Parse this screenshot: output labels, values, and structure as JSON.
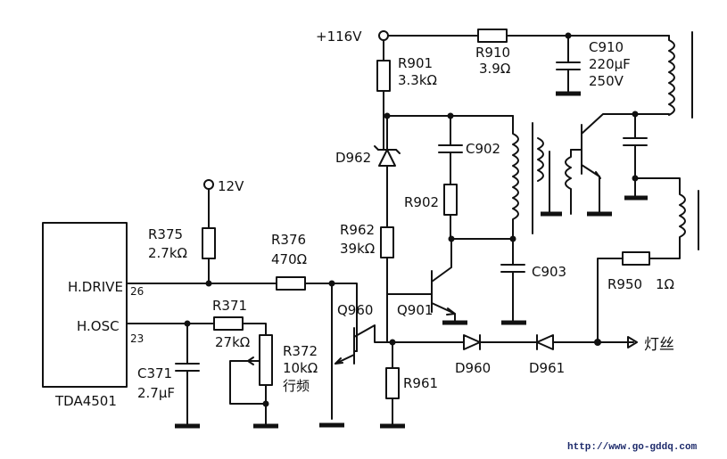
{
  "ic": {
    "name": "TDA4501",
    "pin_hdrive": "H.DRIVE",
    "pin_hosc": "H.OSC",
    "pin26": "26",
    "pin23": "23"
  },
  "supply": {
    "v116": "+116V",
    "v12": "12V"
  },
  "components": {
    "r901": {
      "ref": "R901",
      "val": "3.3kΩ"
    },
    "r910": {
      "ref": "R910",
      "val": "3.9Ω"
    },
    "c910": {
      "ref": "C910",
      "val": "220μF",
      "val2": "250V"
    },
    "d962": {
      "ref": "D962"
    },
    "c902": {
      "ref": "C902"
    },
    "r902": {
      "ref": "R902"
    },
    "r962": {
      "ref": "R962",
      "val": "39kΩ"
    },
    "c903": {
      "ref": "C903"
    },
    "r375": {
      "ref": "R375",
      "val": "2.7kΩ"
    },
    "r376": {
      "ref": "R376",
      "val": "470Ω"
    },
    "q960": {
      "ref": "Q960"
    },
    "q901": {
      "ref": "Q901"
    },
    "r371": {
      "ref": "R371",
      "val": "27kΩ"
    },
    "r372": {
      "ref": "R372",
      "val": "10kΩ",
      "note": "行频"
    },
    "c371": {
      "ref": "C371",
      "val": "2.7μF"
    },
    "r961": {
      "ref": "R961"
    },
    "d960": {
      "ref": "D960"
    },
    "d961": {
      "ref": "D961"
    },
    "r950": {
      "ref": "R950",
      "val": "1Ω"
    }
  },
  "output_label": "灯丝",
  "watermark": "http://www.go-gddq.com"
}
